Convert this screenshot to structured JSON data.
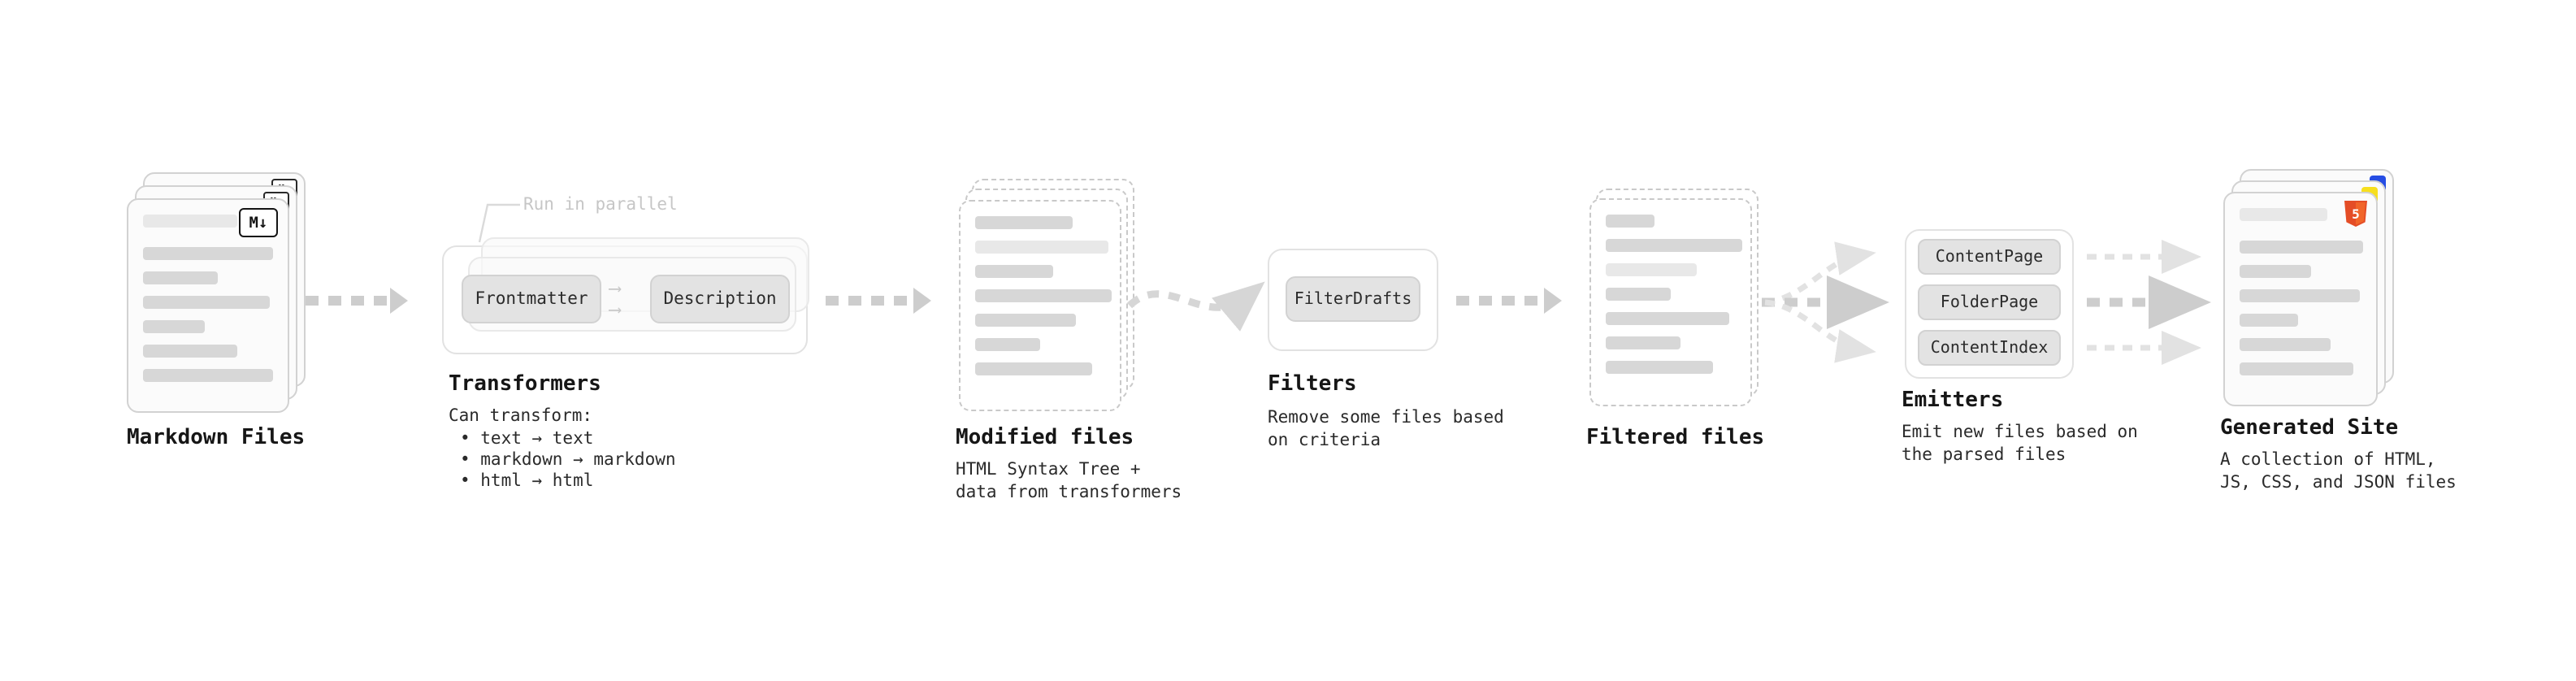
{
  "markdown": {
    "label": "Markdown Files",
    "badge": "M↓"
  },
  "transformers": {
    "label": "Transformers",
    "annotation": "Run in parallel",
    "button1": "Frontmatter",
    "button2": "Description",
    "desc_title": "Can transform:",
    "bullets": [
      "• text → text",
      "• markdown → markdown",
      "• html → html"
    ]
  },
  "modified": {
    "label": "Modified files",
    "desc": "HTML Syntax Tree +\ndata from transformers"
  },
  "filters": {
    "label": "Filters",
    "button": "FilterDrafts",
    "desc": "Remove some files based\non criteria"
  },
  "filtered": {
    "label": "Filtered files"
  },
  "emitters": {
    "label": "Emitters",
    "buttons": [
      "ContentPage",
      "FolderPage",
      "ContentIndex"
    ],
    "desc": "Emit new files based on\nthe parsed files"
  },
  "generated": {
    "label": "Generated Site",
    "desc": "A collection of HTML,\nJS, CSS, and JSON files"
  },
  "colors": {
    "arrow": "#cdcdcd",
    "button_bg": "#e3e3e3",
    "html5_orange": "#e44d26",
    "css_blue": "#264de4",
    "js_yellow": "#f7df1e"
  }
}
